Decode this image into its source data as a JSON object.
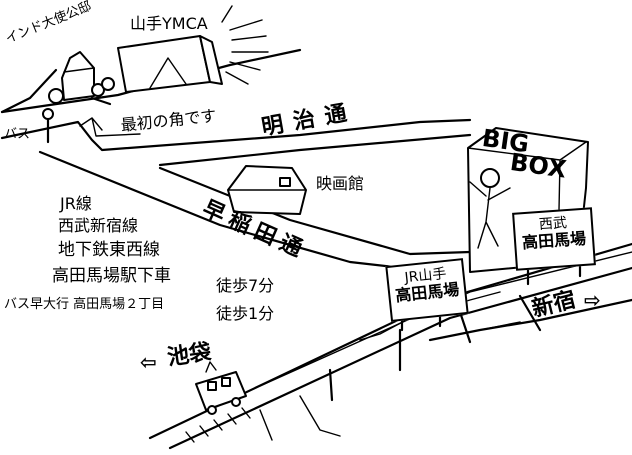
{
  "landmarks": {
    "india_embassy": "インド大使公邸",
    "ymca": "山手YMCA",
    "bus": "バス",
    "first_corner": "最初の角です",
    "cinema": "映画館",
    "bigbox_line1": "BIG",
    "bigbox_line2": "BOX"
  },
  "roads": {
    "meiji_dori": "明治通",
    "waseda_dori": "早稲田通"
  },
  "stations": {
    "seibu_sign_line1": "西武",
    "seibu_sign_line2": "高田馬場",
    "jr_sign_line1": "JR山手",
    "jr_sign_line2": "高田馬場"
  },
  "directions": {
    "shinjuku": "新宿",
    "shinjuku_arrow": "⇨",
    "ikebukuro": "池袋",
    "ikebukuro_arrow": "⇦"
  },
  "access": {
    "line1": "JR線",
    "line2": "西武新宿線",
    "line3": "地下鉄東西線",
    "line4": "高田馬場駅下車",
    "walk1": "徒歩7分",
    "bus_text": "バス早大行 高田馬場２丁目",
    "walk2": "徒歩1分"
  }
}
